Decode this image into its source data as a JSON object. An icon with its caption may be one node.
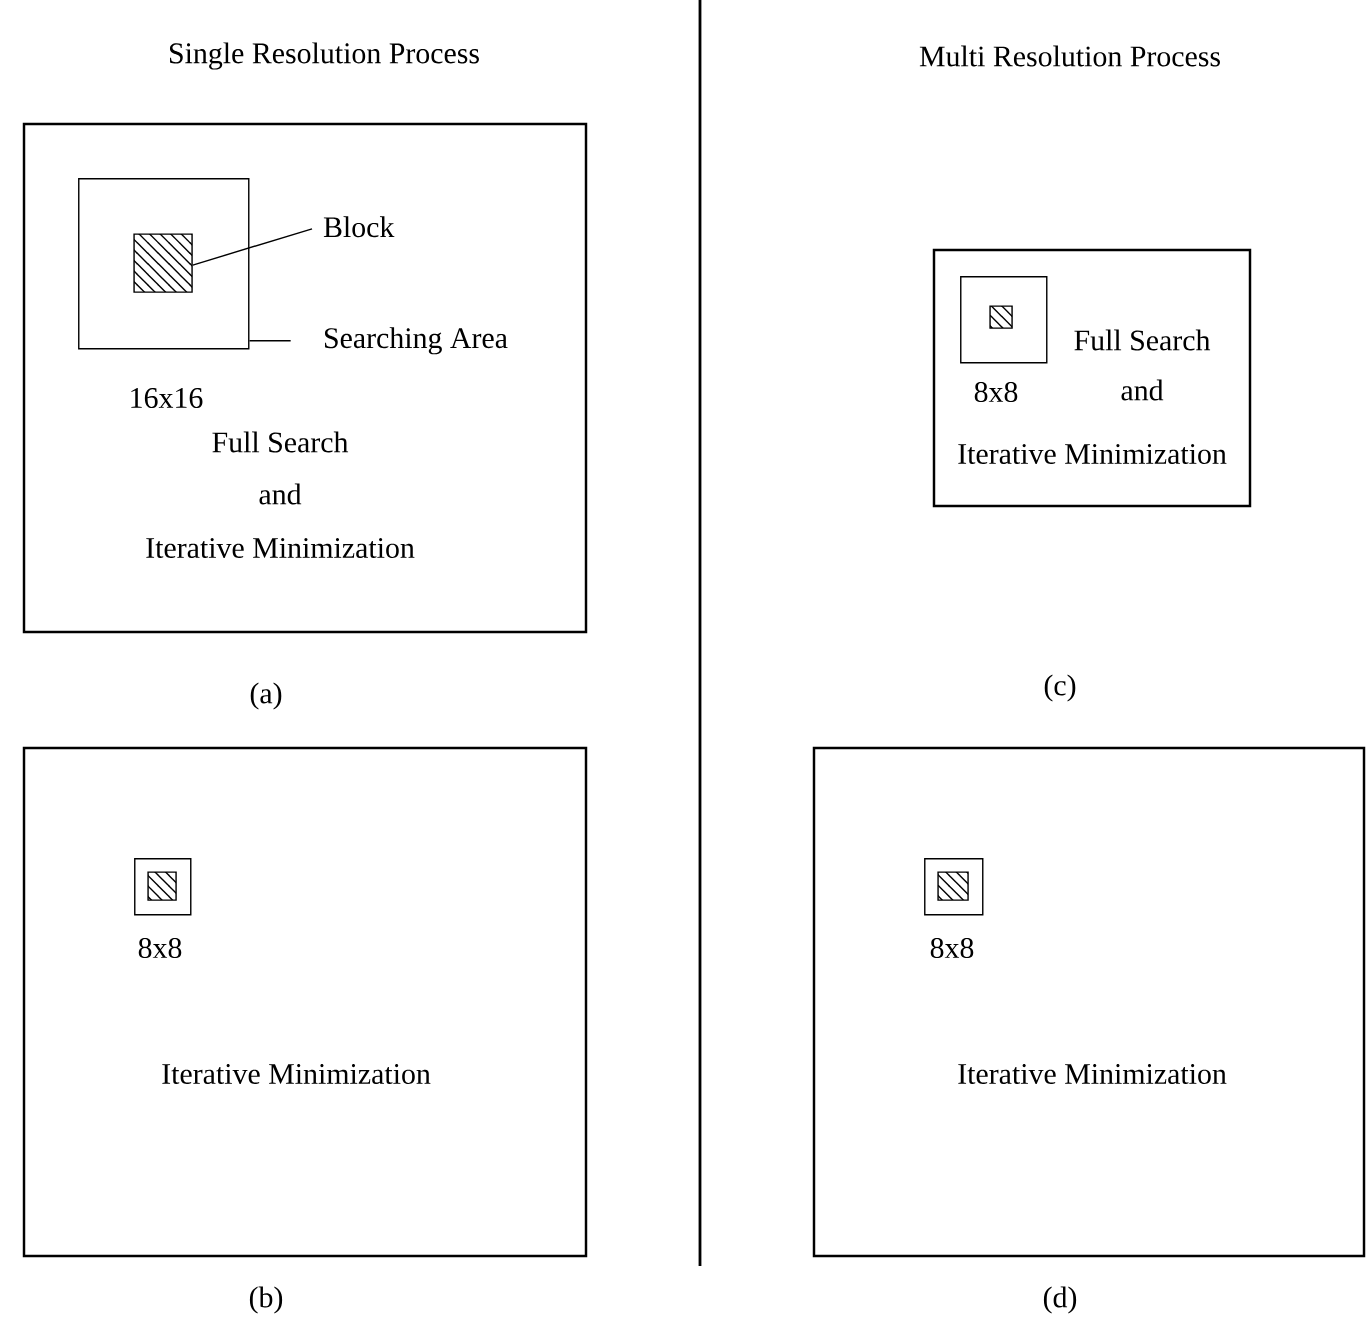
{
  "diagram": {
    "nodes": [
      {
        "text": [
          "Full Search",
          "and",
          "Iterative Minimization"
        ],
        "beside": [
          "(a)"
        ]
      },
      {
        "text": [],
        "shape": "box",
        "in": 0,
        "beside": [
          "16x16"
        ]
      },
      {
        "text": [],
        "shape": "box",
        "in": 1
      },
      {
        "text": [
          "Block"
        ],
        "in": 0
      },
      {
        "text": [
          "Searching Area"
        ],
        "in": 0
      },
      {
        "text": [
          "Full Search",
          "and",
          "Iterative Minimization"
        ]
      },
      {
        "text": [],
        "shape": "box",
        "in": 5,
        "beside": [
          "8x8"
        ]
      },
      {
        "text": [],
        "shape": "box",
        "in": 6
      },
      {
        "text": [
          "Iterative Minimization"
        ],
        "beside": [
          "(b)"
        ]
      },
      {
        "text": [],
        "shape": "box",
        "in": 8,
        "beside": [
          "8x8"
        ]
      },
      {
        "text": [],
        "shape": "box",
        "in": 9
      },
      {
        "text": [
          "Iterative Minimization"
        ],
        "beside": [
          "(d)"
        ]
      },
      {
        "text": [],
        "shape": "box",
        "in": 11,
        "beside": [
          "8x8"
        ]
      },
      {
        "text": [],
        "shape": "box",
        "in": 12
      }
    ],
    "edges": [
      {
        "from": 3,
        "to": 2,
        "arrow": "none"
      },
      {
        "from": 4,
        "to": 1,
        "arrow": "none"
      }
    ],
    "labels": [
      "Single Resolution Process",
      "Multi Resolution Process",
      "(c)"
    ]
  }
}
